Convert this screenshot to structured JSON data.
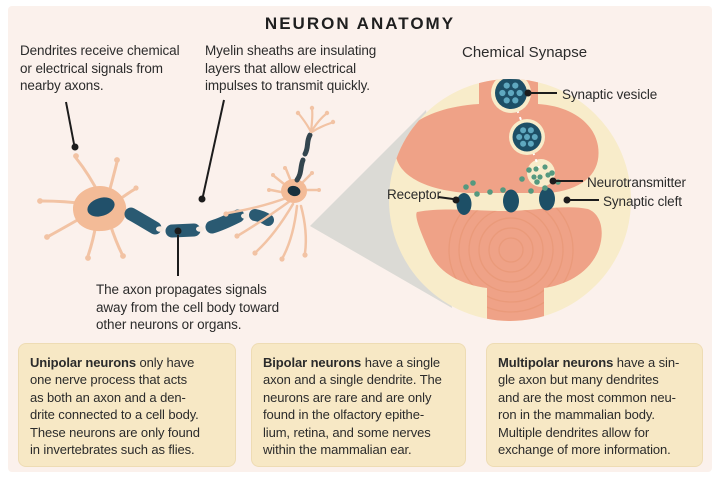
{
  "title": "NEURON ANATOMY",
  "palette": {
    "bg": "#fbf1ec",
    "frame": "#ffffff",
    "ink": "#2b2b2b",
    "line": "#1c1c1c",
    "cellBody": "#f3bb97",
    "dendrite": "#f2c3a4",
    "nucleus": "#21506a",
    "axonTeal": "#2a5a72",
    "axonDark": "#33454e",
    "wedge": "#dbdad5",
    "insetBg": "#f8ecca",
    "synapsePink": "#efa287",
    "ripple": "#e38e67",
    "vesicle": "#1d4f66",
    "vesicleDot": "#5fa8bf",
    "neuroDot": "#55997f",
    "receptor": "#1d4f66",
    "boxBg": "#f7e8c5",
    "boxBorder": "#eedcb4"
  },
  "callouts": {
    "dendrites": {
      "lines": [
        "Dendrites receive chemical",
        "or electrical signals from",
        "nearby axons."
      ]
    },
    "myelin": {
      "lines": [
        "Myelin sheaths are insulating",
        "layers that allow electrical",
        "impulses to transmit quickly."
      ]
    },
    "axon": {
      "lines": [
        "The axon propagates signals",
        "away from the cell body toward",
        "other neurons or organs."
      ]
    }
  },
  "inset": {
    "title": "Chemical Synapse",
    "labels": {
      "receptor": "Receptor",
      "vesicle": "Synaptic vesicle",
      "neurotransmitter": "Neurotransmitter",
      "cleft": "Synaptic cleft"
    }
  },
  "info_boxes": [
    {
      "lead": "Unipolar neurons",
      "lines": [
        "only have",
        "one nerve process that acts",
        "as both an axon and a den-",
        "drite connected to a cell body.",
        "These neurons are only found",
        "in invertebrates such as flies."
      ]
    },
    {
      "lead": "Bipolar neurons",
      "lines": [
        "have a single",
        "axon and a single dendrite. The",
        "neurons are rare and are only",
        "found in the olfactory epithe-",
        "lium, retina, and some nerves",
        "within the mammalian ear."
      ]
    },
    {
      "lead": "Multipolar neurons",
      "lines": [
        "have a sin-",
        "gle axon but many dendrites",
        "and are the most common neu-",
        "ron in the mammalian body.",
        "Multiple dendrites allow for",
        "exchange of more information."
      ]
    }
  ]
}
